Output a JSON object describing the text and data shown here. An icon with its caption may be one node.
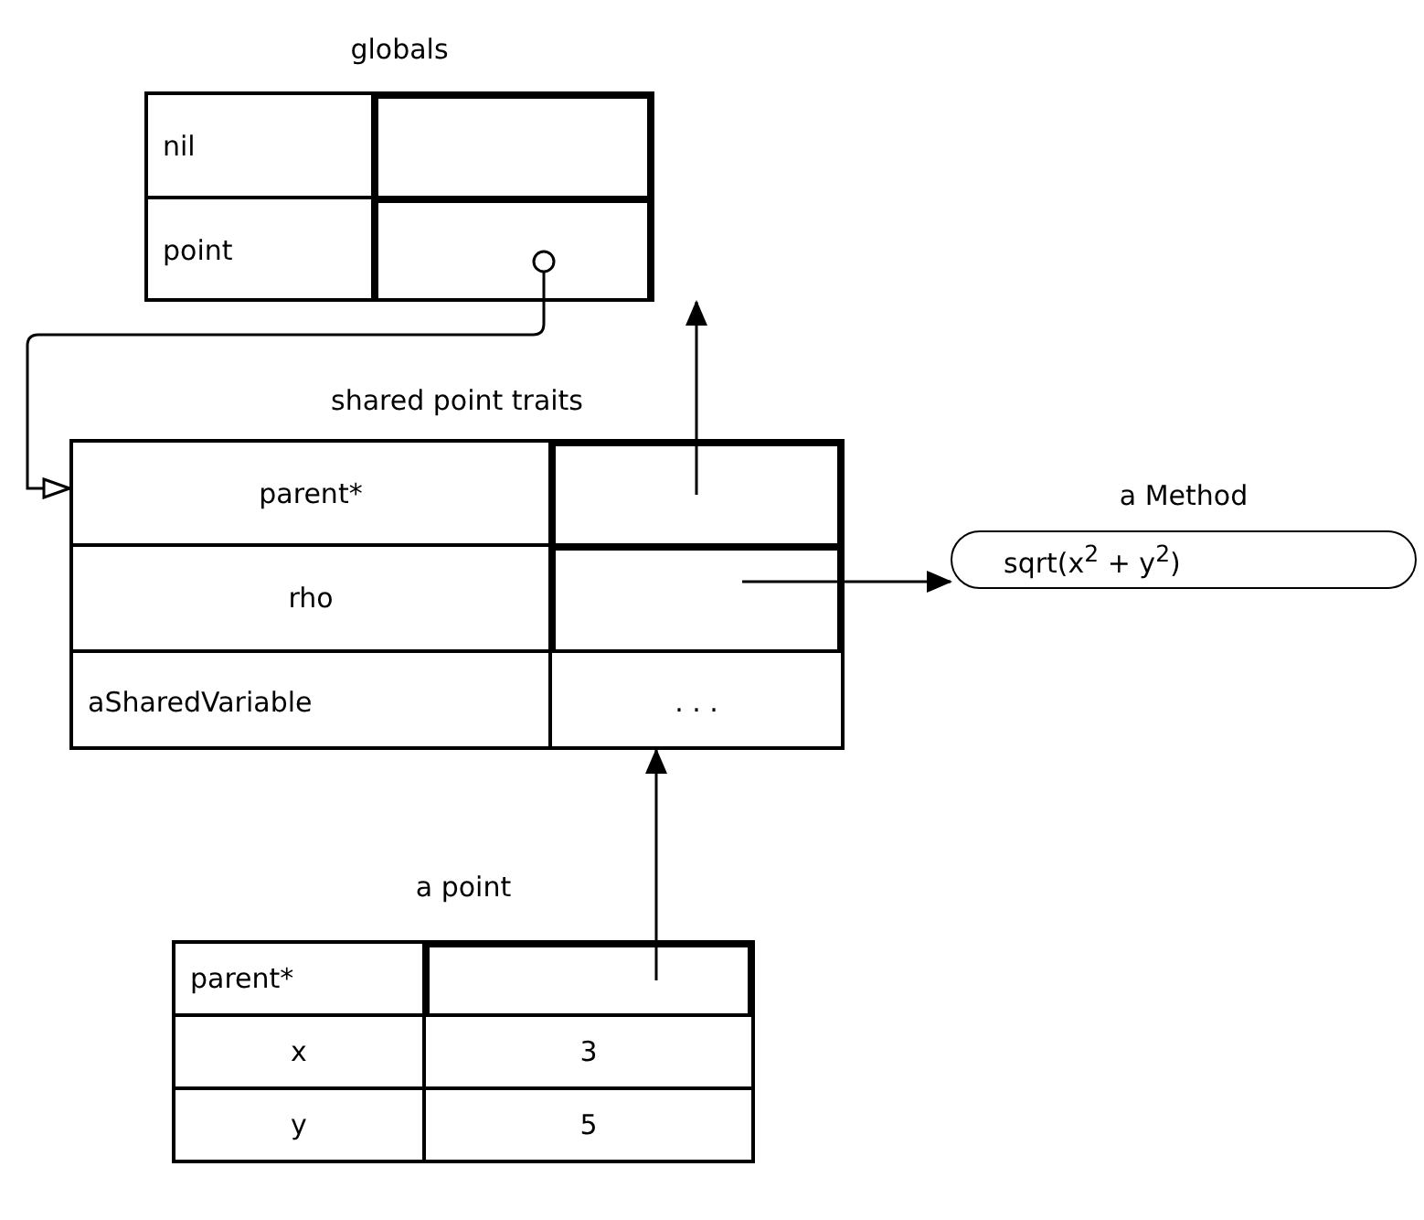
{
  "diagram": {
    "nodes": [
      {
        "text": [
          "globals"
        ]
      },
      {
        "text": [
          "nil"
        ],
        "in": 0
      },
      {
        "text": [],
        "shape": "box",
        "in": 0
      },
      {
        "text": [
          "point"
        ],
        "in": 0
      },
      {
        "text": [],
        "shape": "box",
        "in": 0
      },
      {
        "text": [
          "shared point traits"
        ]
      },
      {
        "text": [
          "parent*"
        ],
        "in": 5
      },
      {
        "text": [],
        "shape": "box",
        "in": 5
      },
      {
        "text": [
          "rho"
        ],
        "in": 5
      },
      {
        "text": [],
        "shape": "box",
        "in": 5
      },
      {
        "text": [
          "aSharedVariable"
        ],
        "in": 5
      },
      {
        "text": [
          ". . ."
        ],
        "in": 5
      },
      {
        "text": [
          "a point"
        ]
      },
      {
        "text": [
          "parent*"
        ],
        "in": 12
      },
      {
        "text": [],
        "shape": "box",
        "in": 12
      },
      {
        "text": [
          "x"
        ],
        "in": 12
      },
      {
        "text": [
          "3"
        ],
        "in": 12
      },
      {
        "text": [
          "y"
        ],
        "in": 12
      },
      {
        "text": [
          "5"
        ],
        "in": 12
      },
      {
        "text": [
          "a Method",
          "sqrt(x$^{2}$ + y$^{2}$)"
        ]
      }
    ],
    "edges": [
      {
        "from": 4,
        "to": 5,
        "arrow": "to"
      },
      {
        "from": 7,
        "to": 0,
        "arrow": "to"
      },
      {
        "from": 9,
        "to": 19,
        "arrow": "to"
      },
      {
        "from": 14,
        "to": 5,
        "arrow": "to"
      }
    ]
  }
}
